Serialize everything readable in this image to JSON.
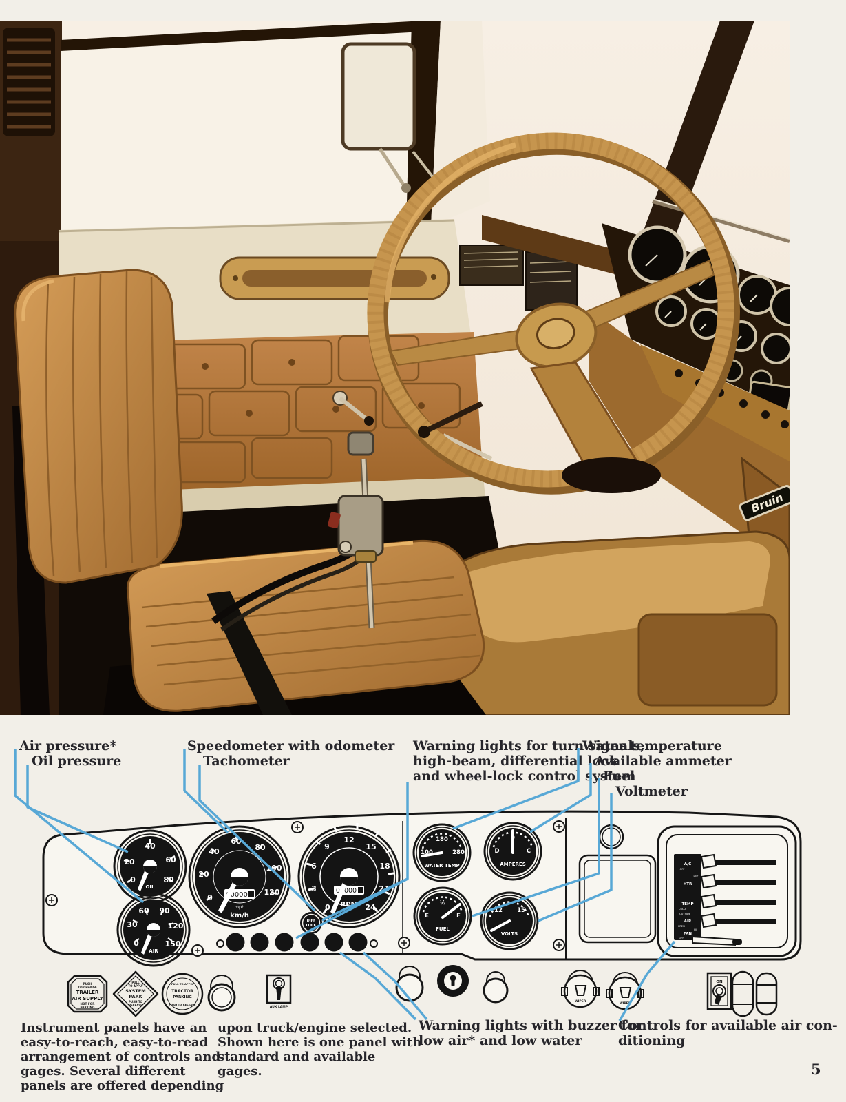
{
  "page": {
    "number": "5"
  },
  "photo": {
    "badge_text": "Bruin"
  },
  "callouts": {
    "air_pressure": "Air pressure*",
    "oil_pressure": "Oil pressure",
    "speedometer": "Speedometer with odometer",
    "tachometer": "Tachometer",
    "warning_line1": "Warning lights for turn signals,",
    "warning_line2": "high-beam, differential lock",
    "warning_line3": "and wheel-lock control system",
    "water_temperature": "Water temperature",
    "available_ammeter": "Available ammeter",
    "fuel": "Fuel",
    "voltmeter": "Voltmeter",
    "buzzer_line1": "Warning lights with buzzer for",
    "buzzer_line2": "low air* and low water",
    "ac_line1": "Controls for available air con-",
    "ac_line2": "ditioning"
  },
  "paragraphs": {
    "left": [
      "Instrument panels have an",
      "easy-to-reach, easy-to-read",
      "arrangement of controls and",
      "gages. Several different",
      "panels are offered depending"
    ],
    "middle": [
      "upon truck/engine selected.",
      "Shown here is one panel with",
      "standard and available",
      "gages."
    ]
  },
  "diagram": {
    "oil": {
      "label": "OIL",
      "ticks": [
        "0",
        "20",
        "40",
        "60",
        "80"
      ]
    },
    "air": {
      "label": "AIR",
      "ticks": [
        "0",
        "30",
        "60",
        "90",
        "120",
        "150"
      ]
    },
    "speedo": {
      "ticks": [
        "0",
        "20",
        "40",
        "60",
        "80",
        "100",
        "120"
      ],
      "odometer": "00000",
      "unit_primary": "km/h",
      "unit_secondary": "mph"
    },
    "tach": {
      "label": "RPM",
      "ticks": [
        "0",
        "3",
        "6",
        "9",
        "12",
        "15",
        "18",
        "21",
        "24"
      ],
      "odometer": "00000"
    },
    "water_temp": {
      "label": "WATER TEMP",
      "ticks": [
        "100",
        "180",
        "280"
      ]
    },
    "amperes": {
      "label": "AMPERES",
      "ticks": [
        "D",
        "0",
        "C"
      ]
    },
    "fuel": {
      "label": "FUEL",
      "ticks": [
        "E",
        "½",
        "F"
      ]
    },
    "volts": {
      "label": "VOLTS",
      "ticks": [
        "12",
        "15"
      ]
    },
    "diff_lock": [
      "DIFF",
      "LOCK"
    ],
    "ac_panel": {
      "main": [
        "A/C",
        "HTR",
        "TEMP",
        "AIR",
        "FAN"
      ],
      "sub": [
        "OFF",
        "DEF",
        "COLD",
        "OUTSIDE",
        "FRESH",
        "HI",
        "OFF"
      ]
    },
    "switches": {
      "trailer": [
        "PUSH",
        "TO CHANGE",
        "TRAILER",
        "AIR SUPPLY",
        "NOT FOR",
        "PARKING"
      ],
      "system_park": [
        "PULL",
        "TO APPLY",
        "SYSTEM",
        "PARK",
        "PUSH TO",
        "RELEASE"
      ],
      "tractor": [
        "PULL TO APPLY",
        "TRACTOR",
        "PARKING",
        "PUSH TO RELEASE"
      ],
      "aux_lamp": "AUX LAMP",
      "wiper": "WIPER",
      "on": "ON"
    }
  }
}
